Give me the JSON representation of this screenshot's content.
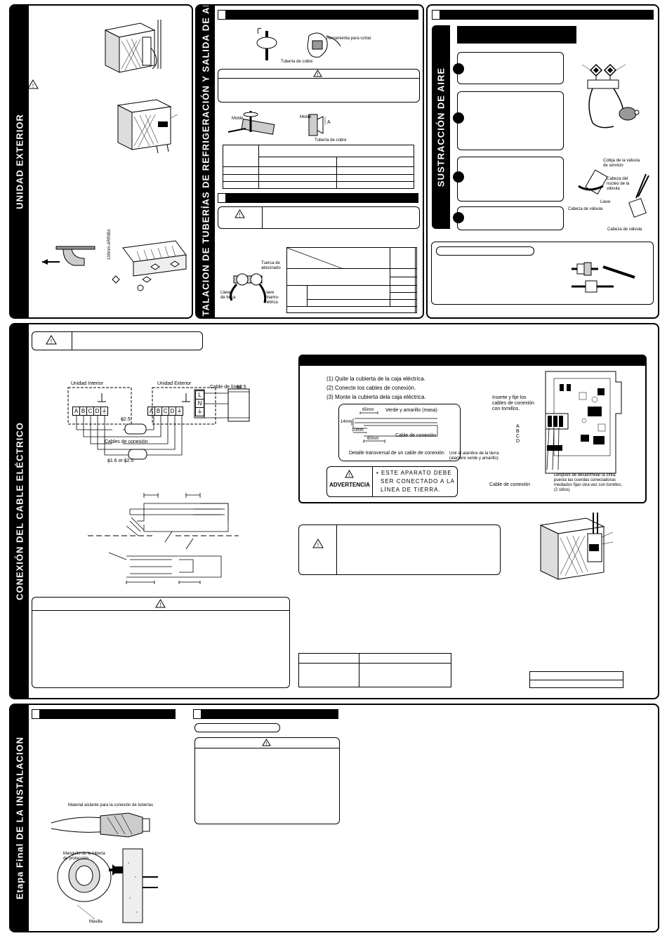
{
  "sections": {
    "unidad_exterior": "UNIDAD EXTERIOR",
    "tuberias": "INSTALACION DE TUBERÍAS DE REFRIGERACIÓN Y SALIDA DE AIRE",
    "sustraccion": "SUSTRACCIÓN DE AIRE",
    "cable": "CONEXIÓN DEL CABLE ELÉCTRICO",
    "etapa_final": "Etapa Final DE LA INSTALACION"
  },
  "unidad_exterior": {
    "drain_label": "100mm ARRIBA"
  },
  "tuberias": {
    "cut_tool": "Herramienta para cortar",
    "copper_pipe": "Tubería de cobre",
    "mold": "Molde",
    "mold2": "Molde",
    "dim_a": "A",
    "copper_pipe2": "Tubería de cobre",
    "flare_nut": "Tuerca de abocinado",
    "box_wrench": "Llave de boca",
    "torque_wrench": "Llave dinamo-métrica"
  },
  "sustraccion": {
    "service_valve_nut": "Cobija de la válvula de servicio",
    "valve_core_head": "Cabeza del núcleo de la válvula",
    "key": "Llave",
    "valve_head": "Cabeza de válvula",
    "valve_head2": "Cabeza de válvula"
  },
  "cable": {
    "indoor_unit": "Unidad Interior",
    "outdoor_unit": "Unidad Exterior",
    "line_cable": "Cable de línea",
    "line_size": "ϕ2.5",
    "mid_size": "ϕ2.5",
    "connection_cables": "Cables de conexión",
    "conn_sizes": "ϕ1.6 or ϕ2.0",
    "terminals_indoor": [
      "A",
      "B",
      "C",
      "D",
      "⏚"
    ],
    "terminals_outdoor": [
      "A",
      "B",
      "C",
      "D",
      "⏚"
    ],
    "terminals_line": [
      "L",
      "N",
      "⏚"
    ],
    "steps": [
      "(1)  Quite la cubierta de la caja eléctrica.",
      "(2)  Conecte los cables de conexión.",
      "(3)  Monte la cubierta dela caja eléctrica."
    ],
    "dim_65": "65mm",
    "dim_14": "14mm",
    "dim_10": "10mm",
    "dim_60": "60mm",
    "green_yellow": "Verde y amarillo (masa)",
    "connection_cable": "Cable de conexión",
    "cross_section": "Detalle transversal de un cable de conexión",
    "advertencia": "ADVERTENCIA",
    "adv_text": [
      "• ESTE APARATO DEBE",
      "SER CONECTADO A LA",
      "LÍNEA DE TIERRA."
    ],
    "insert_fix": [
      "Inserte y fije los",
      "cables de conexión",
      "con tornillos."
    ],
    "abcd": [
      "A",
      "B",
      "C",
      "D"
    ],
    "ground_wire": [
      "Unir el alambre de la tierra",
      "(alambre verde y amarillo)"
    ],
    "after_tape": [
      "Después de desatornillar la cinta,",
      "puesta las cuerdas conectadoras",
      "mediados fijan otra vez con tornillos,",
      "(2 sitios)"
    ],
    "connection_cable2": "Cable de conexión"
  },
  "etapa_final": {
    "insulation": "Material aislante para la conexión de tuberías",
    "sleeve": [
      "Manguito de la tubería",
      "de protección"
    ],
    "putty": "Masilla"
  }
}
